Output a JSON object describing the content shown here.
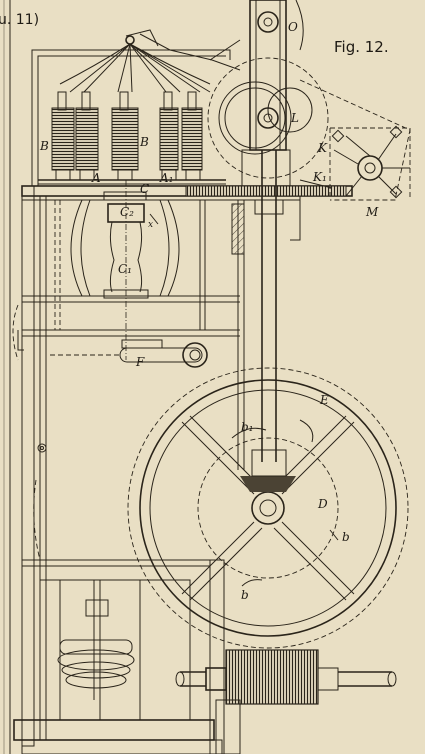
{
  "figure": {
    "title": "Fig. 12.",
    "corner_mark": "u. 11)"
  },
  "labels": {
    "O": "O",
    "L": "L",
    "K": "K",
    "K1": "K₁",
    "M": "M",
    "B_left": "B",
    "B_mid": "B",
    "A": "A",
    "A1": "A₁",
    "C": "C",
    "C2": "C₂",
    "x": "x",
    "C1": "C₁",
    "F": "F",
    "E": "E",
    "b1": "b₁",
    "D": "D",
    "b_right": "b",
    "b_bottom": "b"
  }
}
